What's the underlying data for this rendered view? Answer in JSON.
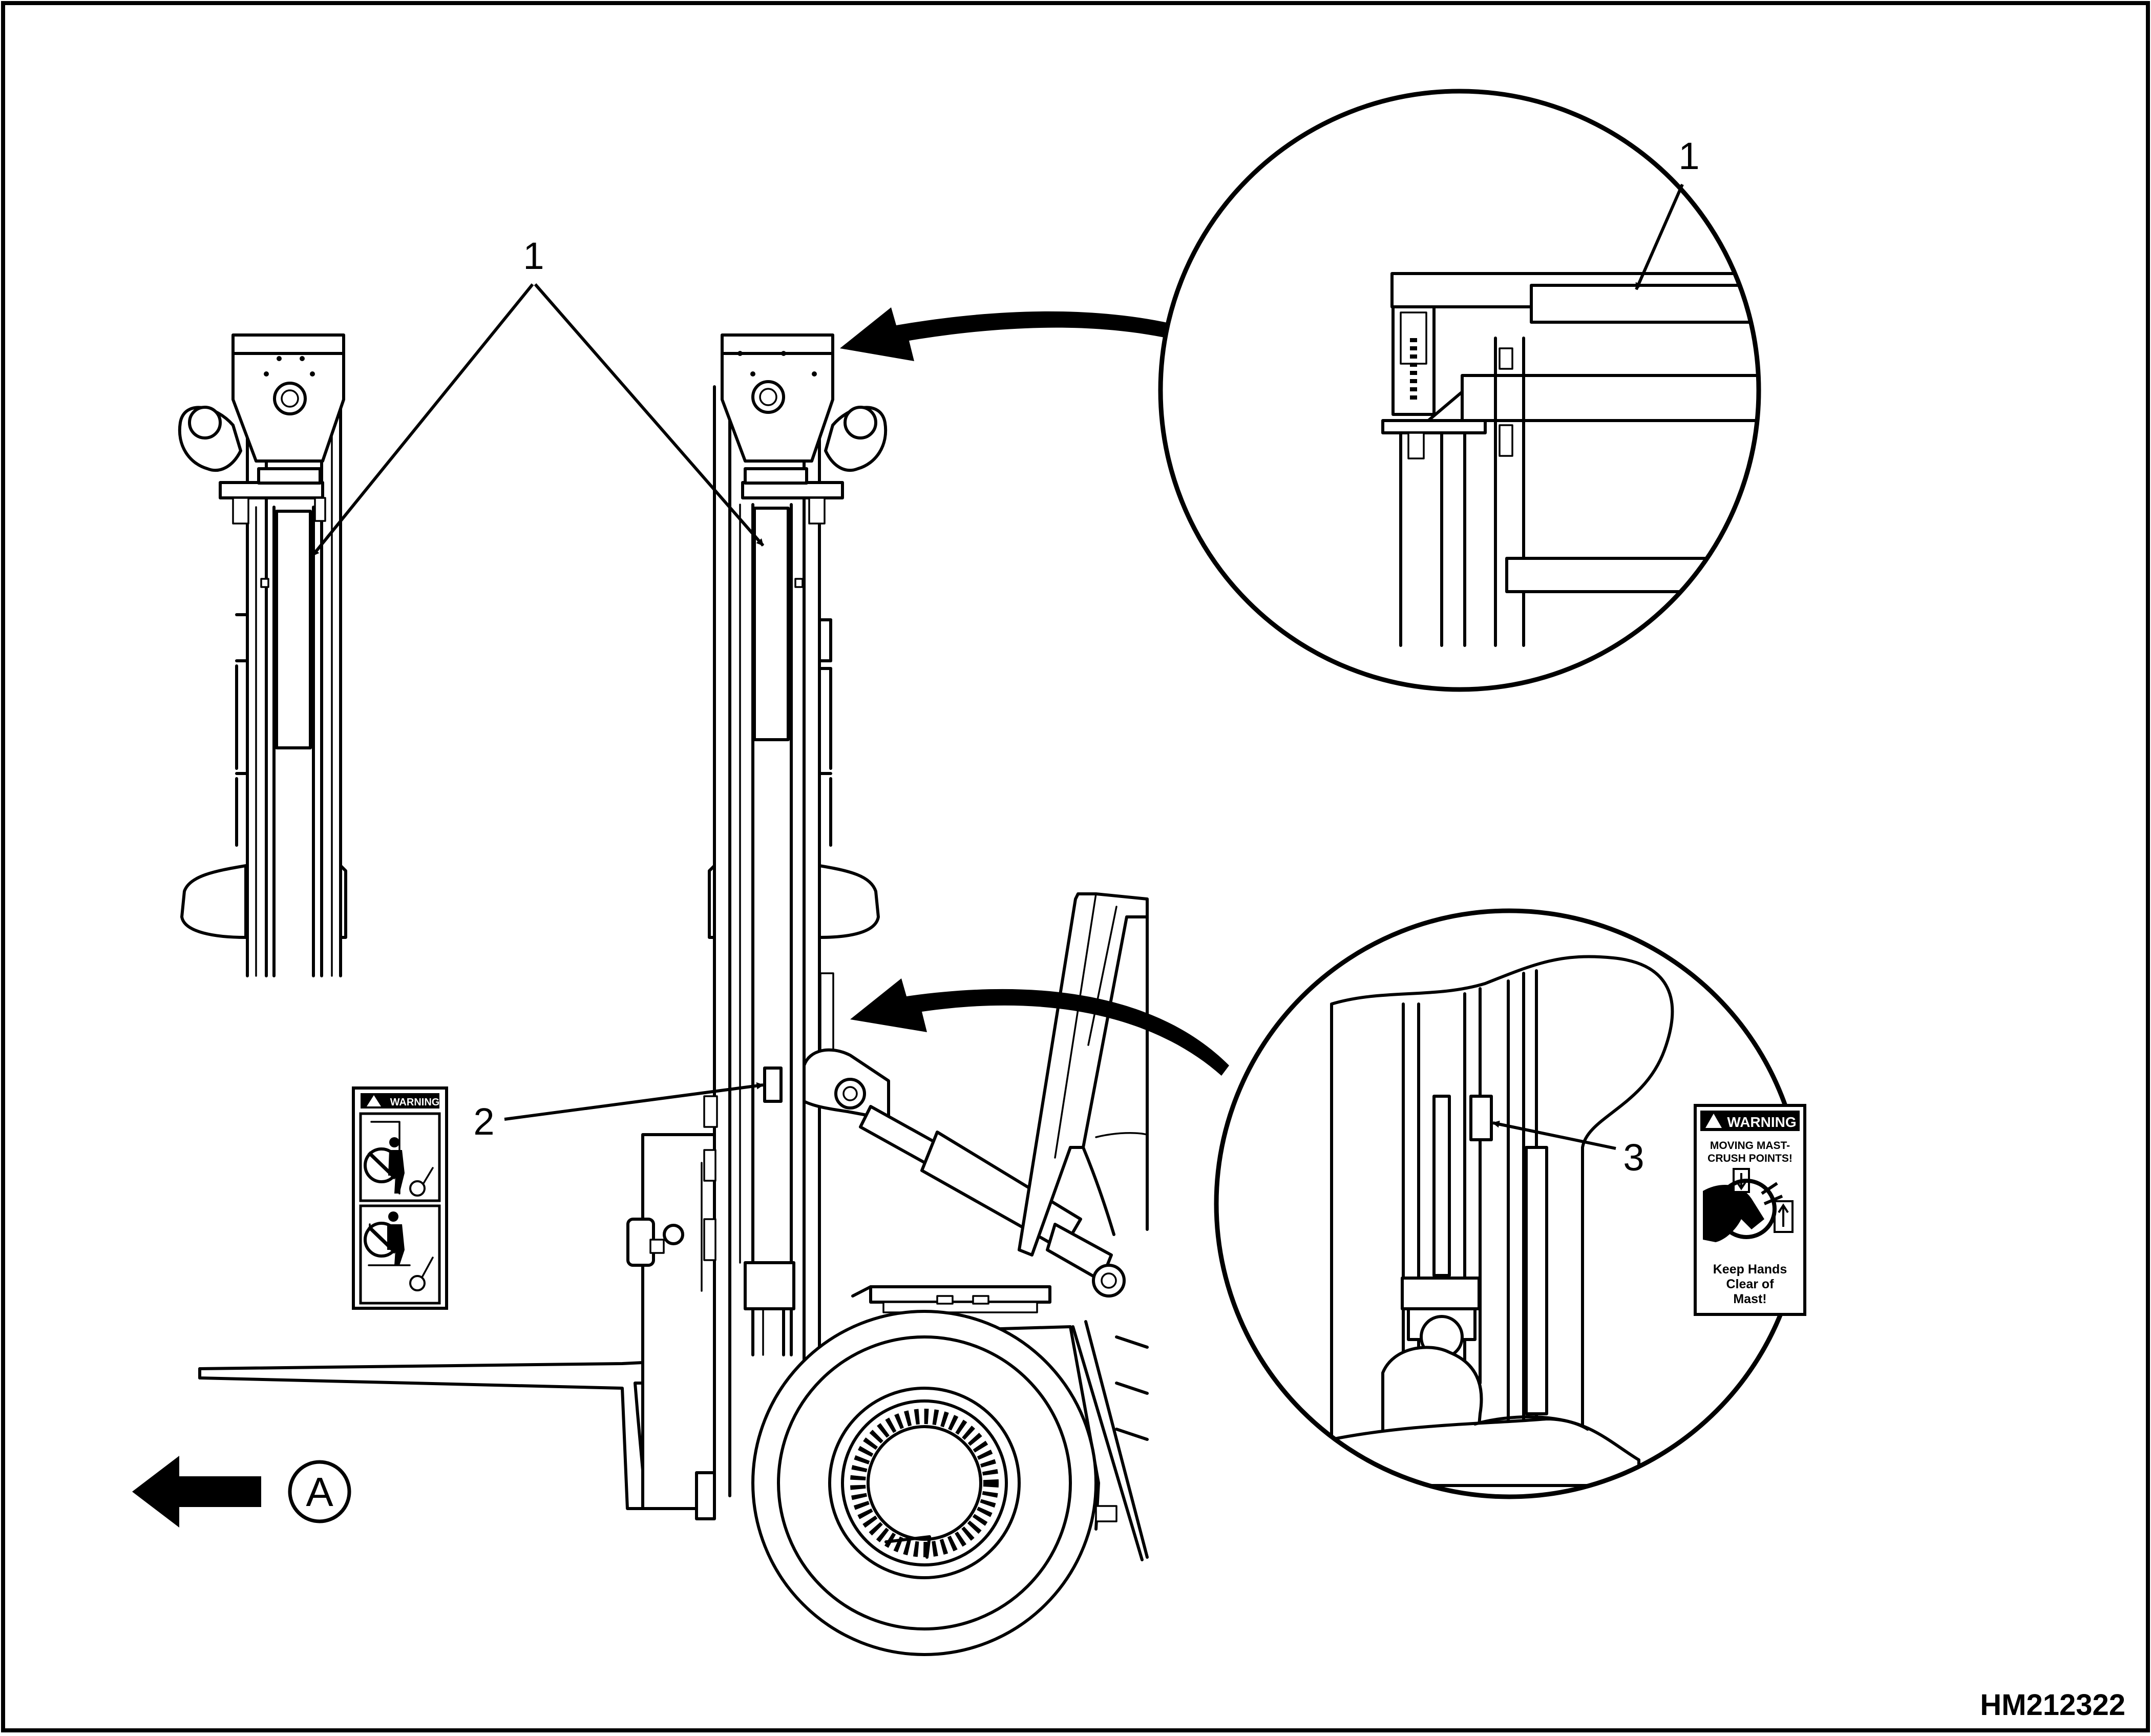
{
  "figure_id": "HM212322",
  "callouts": {
    "c1_left": "1",
    "c1_circle": "1",
    "c2": "2",
    "c3": "3"
  },
  "direction_marker": "A",
  "decal_small": {
    "header": "WARNING"
  },
  "decal_large": {
    "header": "WARNING",
    "line1": "MOVING MAST-",
    "line2": "CRUSH POINTS!",
    "line3": "Keep Hands",
    "line4": "Clear of",
    "line5": "Mast!"
  }
}
